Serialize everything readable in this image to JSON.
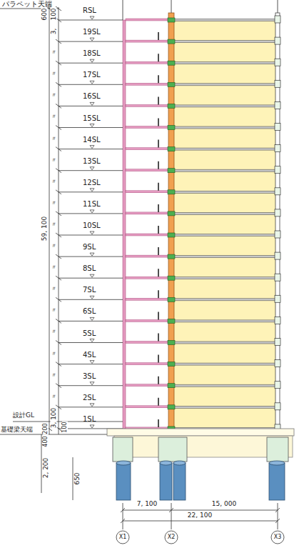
{
  "diagram": {
    "labels": [
      "パラペット天端",
      "RSL",
      "19SL",
      "18SL",
      "17SL",
      "16SL",
      "15SL",
      "14SL",
      "13SL",
      "12SL",
      "11SL",
      "10SL",
      "9SL",
      "8SL",
      "7SL",
      "6SL",
      "5SL",
      "4SL",
      "3SL",
      "2SL",
      "1SL",
      "600",
      "100",
      "3,",
      "〃",
      "〃",
      "〃",
      "〃",
      "〃",
      "〃",
      "〃",
      "〃",
      "〃",
      "〃",
      "〃",
      "〃",
      "〃",
      "〃",
      "〃",
      "〃",
      "〃",
      "59, 100",
      "3, 100",
      "100",
      "設計GL",
      "200",
      "基礎梁天端",
      "400",
      "2, 200",
      "650",
      "7, 100",
      "15, 000",
      "22, 100",
      "X1",
      "X2",
      "X3"
    ]
  }
}
